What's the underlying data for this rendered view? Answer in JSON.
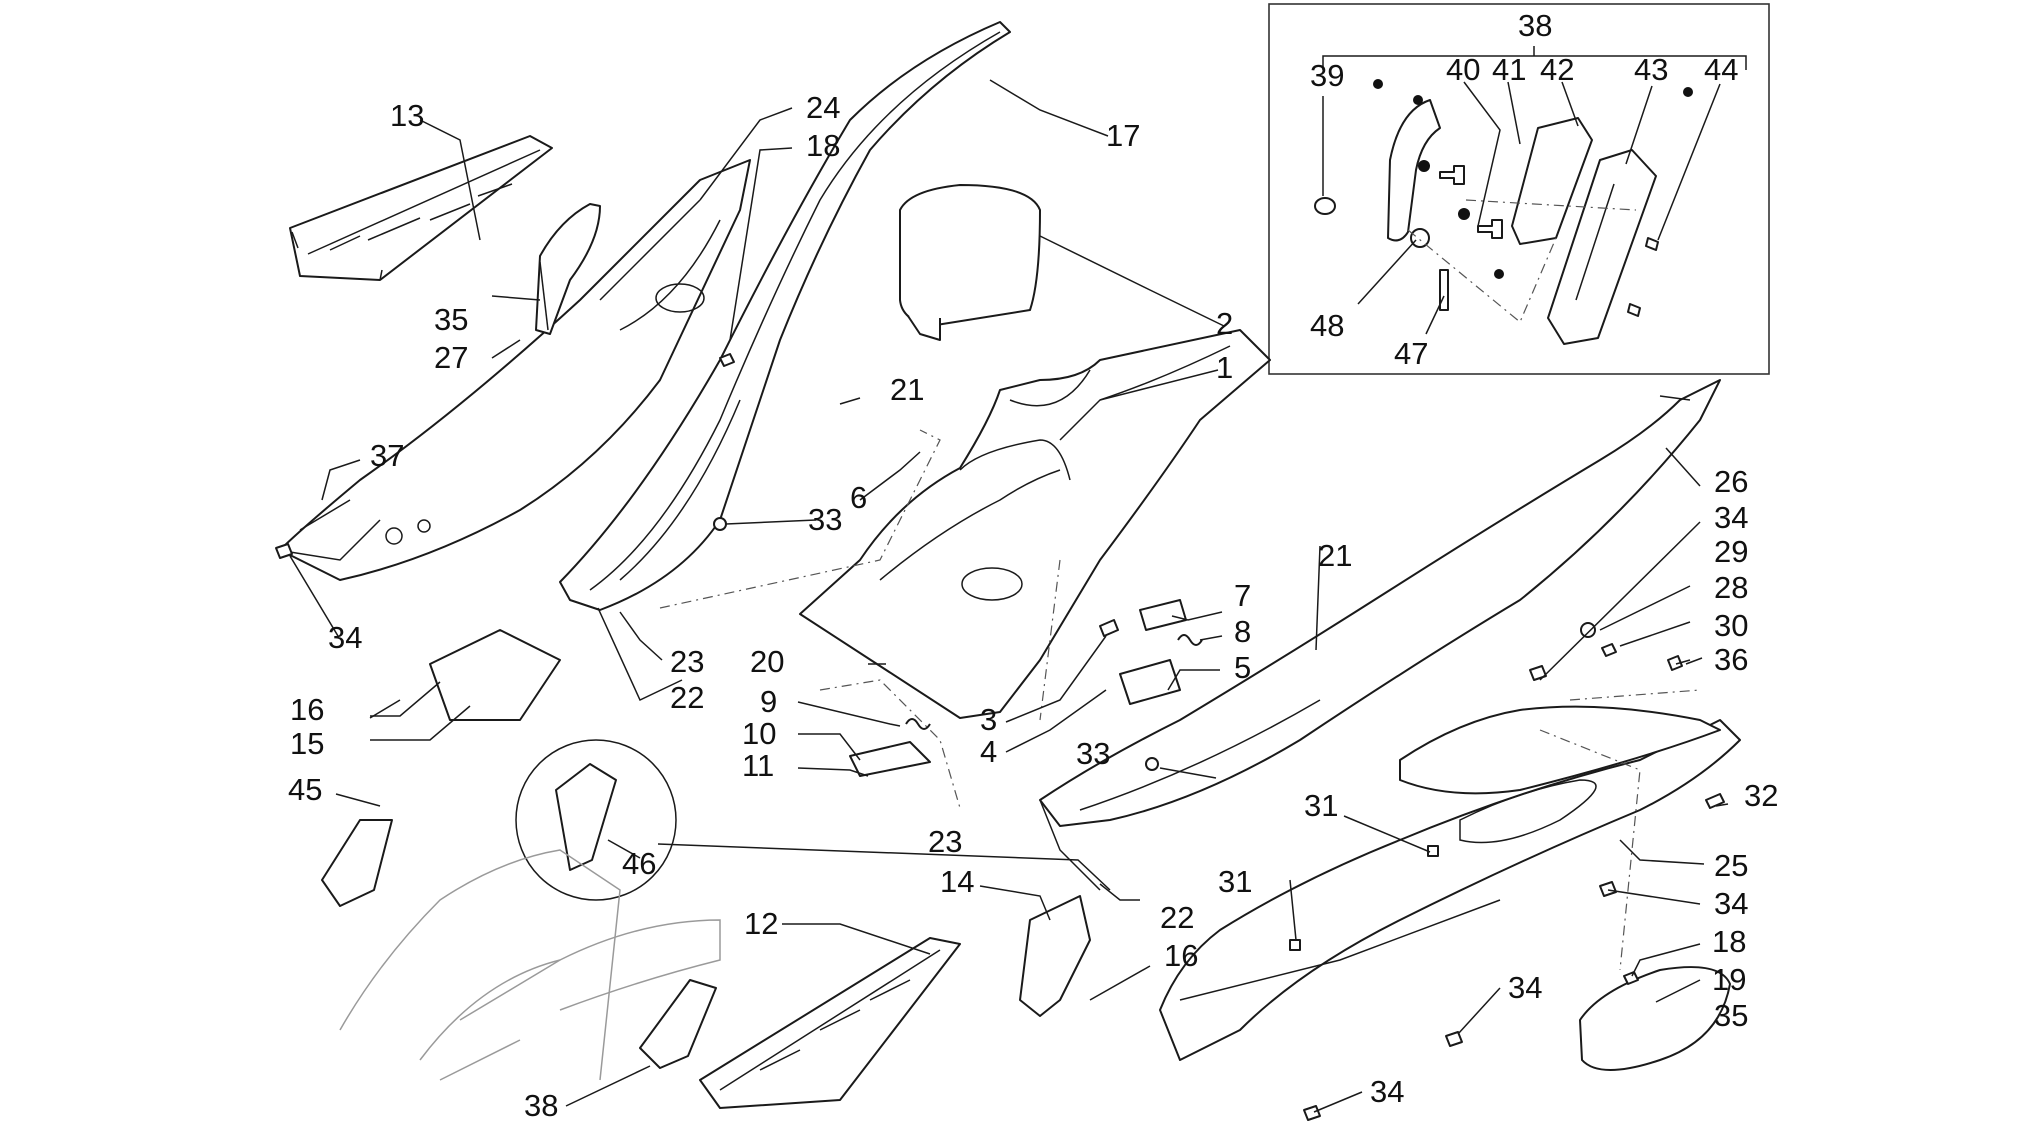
{
  "diagram": {
    "labels": [
      {
        "id": "1",
        "text": "1"
      },
      {
        "id": "2",
        "text": "2"
      },
      {
        "id": "3",
        "text": "3"
      },
      {
        "id": "4",
        "text": "4"
      },
      {
        "id": "5",
        "text": "5"
      },
      {
        "id": "6",
        "text": "6"
      },
      {
        "id": "7",
        "text": "7"
      },
      {
        "id": "8",
        "text": "8"
      },
      {
        "id": "9",
        "text": "9"
      },
      {
        "id": "10",
        "text": "10"
      },
      {
        "id": "11",
        "text": "11"
      },
      {
        "id": "12",
        "text": "12"
      },
      {
        "id": "13",
        "text": "13"
      },
      {
        "id": "14",
        "text": "14"
      },
      {
        "id": "15",
        "text": "15"
      },
      {
        "id": "16a",
        "text": "16"
      },
      {
        "id": "16b",
        "text": "16"
      },
      {
        "id": "17",
        "text": "17"
      },
      {
        "id": "18a",
        "text": "18"
      },
      {
        "id": "18b",
        "text": "18"
      },
      {
        "id": "19",
        "text": "19"
      },
      {
        "id": "20",
        "text": "20"
      },
      {
        "id": "21a",
        "text": "21"
      },
      {
        "id": "21b",
        "text": "21"
      },
      {
        "id": "22a",
        "text": "22"
      },
      {
        "id": "22b",
        "text": "22"
      },
      {
        "id": "23a",
        "text": "23"
      },
      {
        "id": "23b",
        "text": "23"
      },
      {
        "id": "24",
        "text": "24"
      },
      {
        "id": "25",
        "text": "25"
      },
      {
        "id": "26",
        "text": "26"
      },
      {
        "id": "27",
        "text": "27"
      },
      {
        "id": "28",
        "text": "28"
      },
      {
        "id": "29",
        "text": "29"
      },
      {
        "id": "30",
        "text": "30"
      },
      {
        "id": "31a",
        "text": "31"
      },
      {
        "id": "31b",
        "text": "31"
      },
      {
        "id": "32",
        "text": "32"
      },
      {
        "id": "33a",
        "text": "33"
      },
      {
        "id": "33b",
        "text": "33"
      },
      {
        "id": "34a",
        "text": "34"
      },
      {
        "id": "34b",
        "text": "34"
      },
      {
        "id": "34c",
        "text": "34"
      },
      {
        "id": "34d",
        "text": "34"
      },
      {
        "id": "34e",
        "text": "34"
      },
      {
        "id": "35a",
        "text": "35"
      },
      {
        "id": "35b",
        "text": "35"
      },
      {
        "id": "36",
        "text": "36"
      },
      {
        "id": "37",
        "text": "37"
      },
      {
        "id": "38a",
        "text": "38"
      },
      {
        "id": "38b",
        "text": "38"
      },
      {
        "id": "39",
        "text": "39"
      },
      {
        "id": "40",
        "text": "40"
      },
      {
        "id": "41",
        "text": "41"
      },
      {
        "id": "42",
        "text": "42"
      },
      {
        "id": "43",
        "text": "43"
      },
      {
        "id": "44",
        "text": "44"
      },
      {
        "id": "45",
        "text": "45"
      },
      {
        "id": "46",
        "text": "46"
      },
      {
        "id": "47",
        "text": "47"
      },
      {
        "id": "48",
        "text": "48"
      }
    ]
  }
}
